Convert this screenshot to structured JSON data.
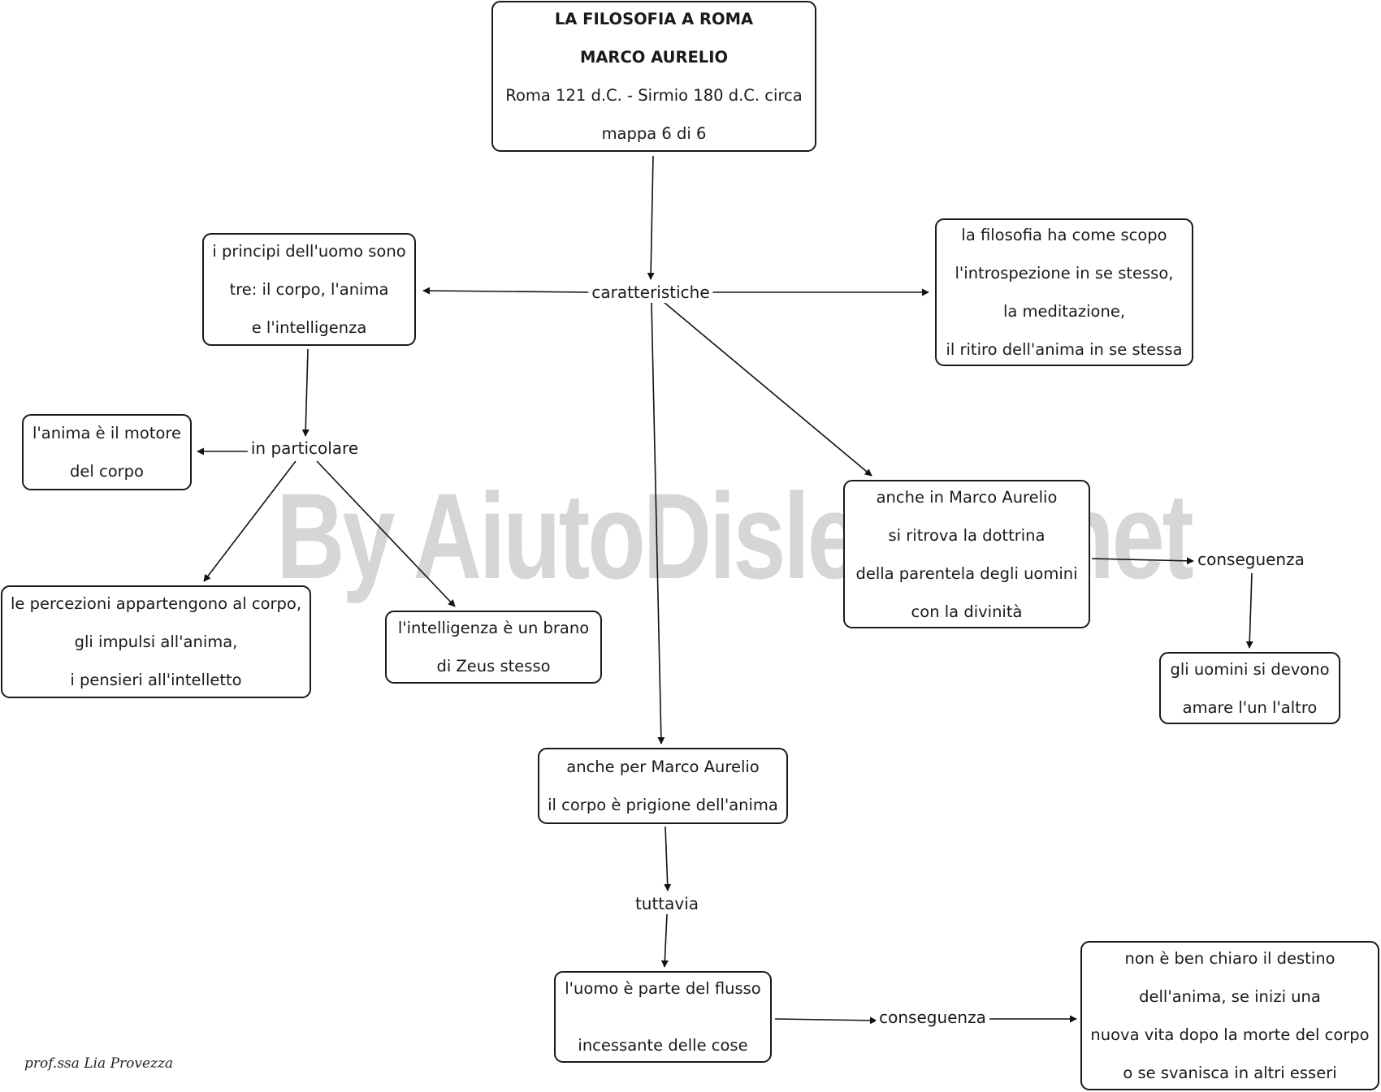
{
  "watermark": "By AiutoDislessia.net",
  "author": "prof.ssa Lia Provezza",
  "title_box": {
    "lines": [
      "LA FILOSOFIA A ROMA",
      "MARCO AURELIO",
      "Roma 121 d.C. - Sirmio 180 d.C. circa",
      "mappa 6 di 6"
    ]
  },
  "linking_phrases": {
    "caratteristiche": "caratteristiche",
    "in_particolare": "in particolare",
    "conseguenza_1": "conseguenza",
    "tuttavia": "tuttavia",
    "conseguenza_2": "conseguenza"
  },
  "concepts": {
    "principi": [
      "i principi dell'uomo sono",
      "tre: il corpo, l'anima",
      "e l'intelligenza"
    ],
    "filosofia_scopo": [
      "la filosofia ha come scopo",
      "l'introspezione in se stesso,",
      "la meditazione,",
      "il ritiro dell'anima in se stessa"
    ],
    "anima_motore": [
      "l'anima è il motore",
      "del corpo"
    ],
    "percezioni": [
      "le percezioni appartengono al corpo,",
      "gli impulsi all'anima,",
      "i pensieri all'intelletto"
    ],
    "intelligenza_zeus": [
      "l'intelligenza è un brano",
      "di Zeus stesso"
    ],
    "parentela": [
      "anche in Marco Aurelio",
      "si ritrova la dottrina",
      "della parentela degli uomini",
      "con la divinità"
    ],
    "amare": [
      "gli uomini si devono",
      "amare l'un l'altro"
    ],
    "prigione": [
      "anche per Marco Aurelio",
      "il corpo è prigione dell'anima"
    ],
    "flusso": [
      "l'uomo è parte del flusso",
      "incessante delle cose"
    ],
    "destino": [
      "non è ben chiaro il destino",
      "dell'anima, se inizi una",
      "nuova vita dopo la morte del corpo",
      "o se svanisca in altri esseri"
    ]
  }
}
